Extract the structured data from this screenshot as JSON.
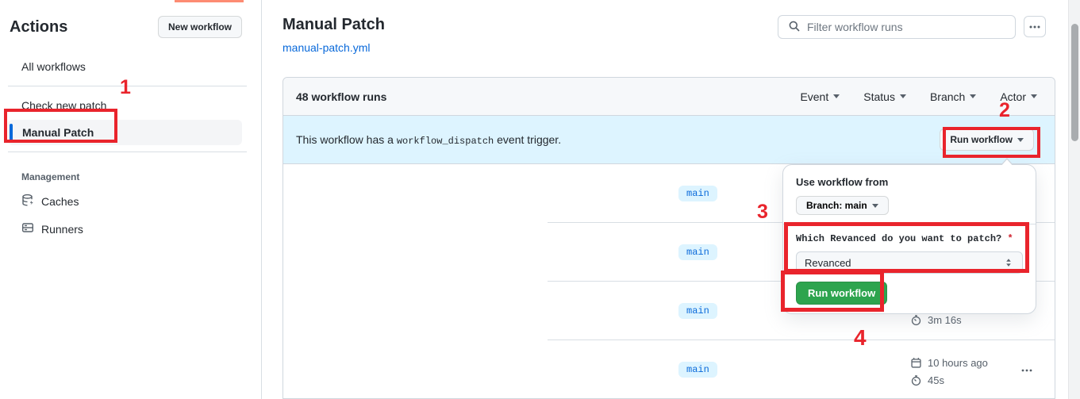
{
  "sidebar": {
    "title": "Actions",
    "new_workflow_button": "New workflow",
    "items": [
      {
        "label": "All workflows"
      },
      {
        "label": "Check new patch"
      },
      {
        "label": "Manual Patch",
        "selected": true
      }
    ],
    "management": {
      "label": "Management",
      "items": [
        {
          "label": "Caches",
          "icon": "cache-icon"
        },
        {
          "label": "Runners",
          "icon": "runners-icon"
        }
      ]
    }
  },
  "header": {
    "title": "Manual Patch",
    "file_link": "manual-patch.yml",
    "filter_placeholder": "Filter workflow runs",
    "kebab_icon": "horizontal-dots"
  },
  "runs_panel": {
    "count_label": "48 workflow runs",
    "filters": [
      {
        "label": "Event"
      },
      {
        "label": "Status"
      },
      {
        "label": "Branch"
      },
      {
        "label": "Actor"
      }
    ],
    "banner": {
      "text_before": "This workflow has a ",
      "code": "workflow_dispatch",
      "text_after": " event trigger.",
      "run_button": "Run workflow"
    },
    "rows": [
      {
        "branch": "main"
      },
      {
        "branch": "main"
      },
      {
        "branch": "main",
        "duration": "3m 16s"
      },
      {
        "branch": "main",
        "timestamp": "10 hours ago",
        "duration": "45s"
      }
    ]
  },
  "dropdown": {
    "title": "Use workflow from",
    "branch_button": "Branch: main",
    "question": "Which Revanced do you want to patch?",
    "required_marker": "*",
    "select_value": "Revanced",
    "run_button": "Run workflow"
  },
  "annotations": {
    "steps": [
      "1",
      "2",
      "3",
      "4"
    ],
    "color": "#e9242c"
  },
  "colors": {
    "accent_orange": "#fd8c73",
    "link_blue": "#0969da",
    "banner_blue": "#ddf4ff",
    "button_green": "#2da44e",
    "badge_blue_bg": "#ddf4ff"
  }
}
